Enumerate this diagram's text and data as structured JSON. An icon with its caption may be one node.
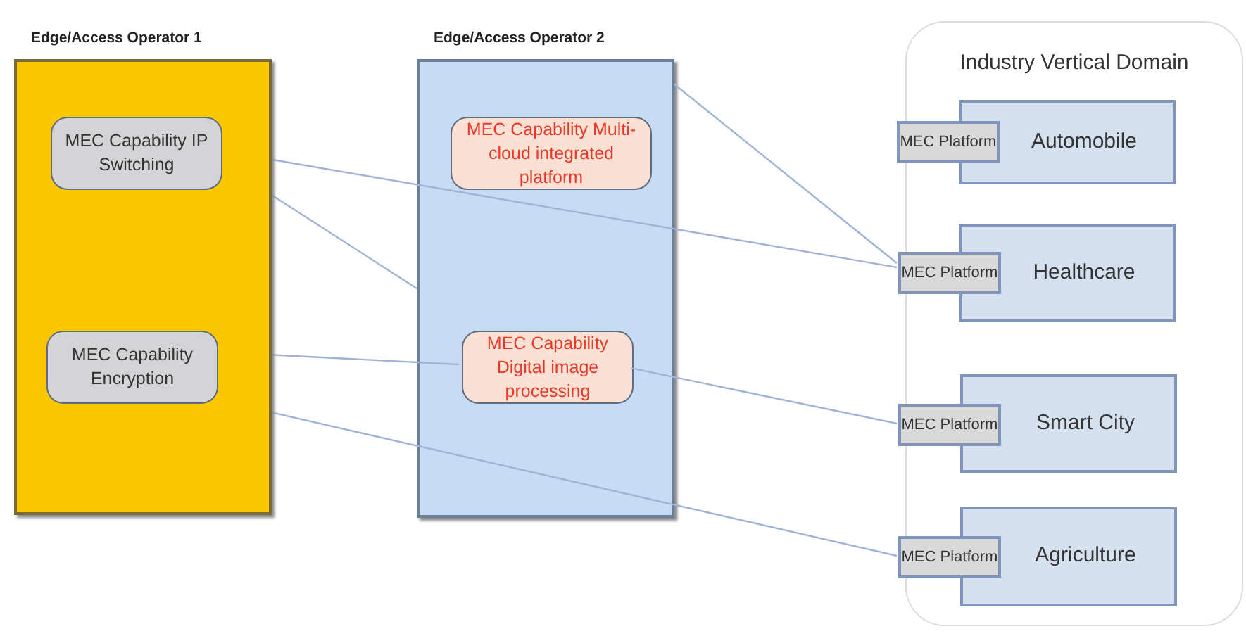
{
  "diagram": {
    "nodes": [
      {
        "text": [
          "Edge/Access Operator 1"
        ]
      },
      {
        "text": [
          "MEC Capability IP Switching"
        ],
        "in": 0
      },
      {
        "text": [
          "MEC Capability Encryption"
        ],
        "in": 0
      },
      {
        "text": [
          "Edge/Access Operator 2"
        ]
      },
      {
        "text": [
          "MEC Capability Multi-cloud integrated platform"
        ],
        "in": 3
      },
      {
        "text": [
          "MEC Capability Digital image processing"
        ],
        "in": 3
      },
      {
        "text": [
          "Industry Vertical Domain"
        ]
      },
      {
        "text": [
          "Automobile"
        ],
        "in": 6
      },
      {
        "text": [
          "MEC Platform"
        ],
        "in": 6
      },
      {
        "text": [
          "Healthcare"
        ],
        "in": 6
      },
      {
        "text": [
          "MEC Platform"
        ],
        "in": 6
      },
      {
        "text": [
          "Smart City"
        ],
        "in": 6
      },
      {
        "text": [
          "MEC Platform"
        ],
        "in": 6
      },
      {
        "text": [
          "Agriculture"
        ],
        "in": 6
      },
      {
        "text": [
          "MEC Platform"
        ],
        "in": 6
      }
    ],
    "edges": [
      {
        "from": 1,
        "to": 10,
        "arrow": "none"
      },
      {
        "from": 1,
        "to": 3,
        "arrow": "none"
      },
      {
        "from": 3,
        "to": 10,
        "arrow": "none"
      },
      {
        "from": 2,
        "to": 5,
        "arrow": "none"
      },
      {
        "from": 5,
        "to": 12,
        "arrow": "none"
      },
      {
        "from": 2,
        "to": 14,
        "arrow": "none"
      }
    ]
  }
}
